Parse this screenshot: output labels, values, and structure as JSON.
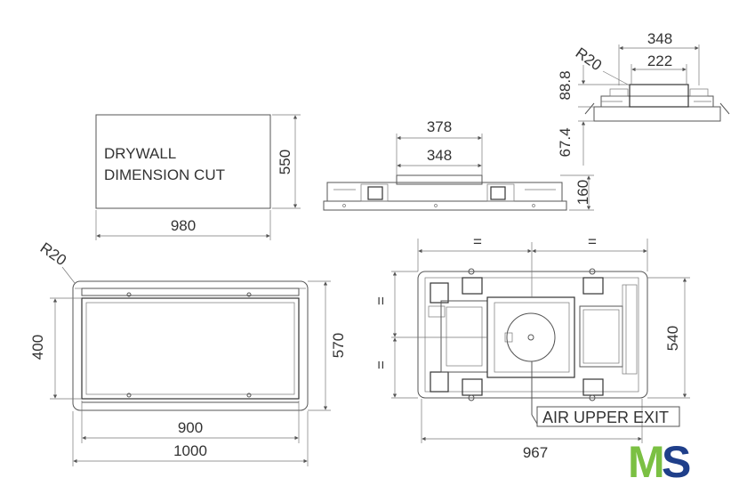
{
  "top_left": {
    "cut_label_1": "DRYWALL",
    "cut_label_2": "DIMENSION CUT",
    "dim_height": "550",
    "dim_width": "980"
  },
  "top_middle": {
    "dim_outer": "378",
    "dim_inner": "348",
    "dim_height": "160"
  },
  "top_right": {
    "radius": "R20",
    "dim_outer": "348",
    "dim_inner": "222",
    "dim_upper": "88.8",
    "dim_lower": "67.4"
  },
  "bottom_left": {
    "radius": "R20",
    "dim_inner_height": "400",
    "dim_outer_height": "570",
    "dim_inner_width": "900",
    "dim_outer_width": "1000"
  },
  "bottom_right": {
    "equal_1": "=",
    "equal_2": "=",
    "equal_3": "=",
    "equal_4": "=",
    "dim_height": "540",
    "dim_width": "967",
    "callout": "AIR UPPER EXIT"
  },
  "logo": {
    "left": "M",
    "right": "S",
    "color_left": "#7bc043",
    "color_right": "#1f3f8a"
  }
}
